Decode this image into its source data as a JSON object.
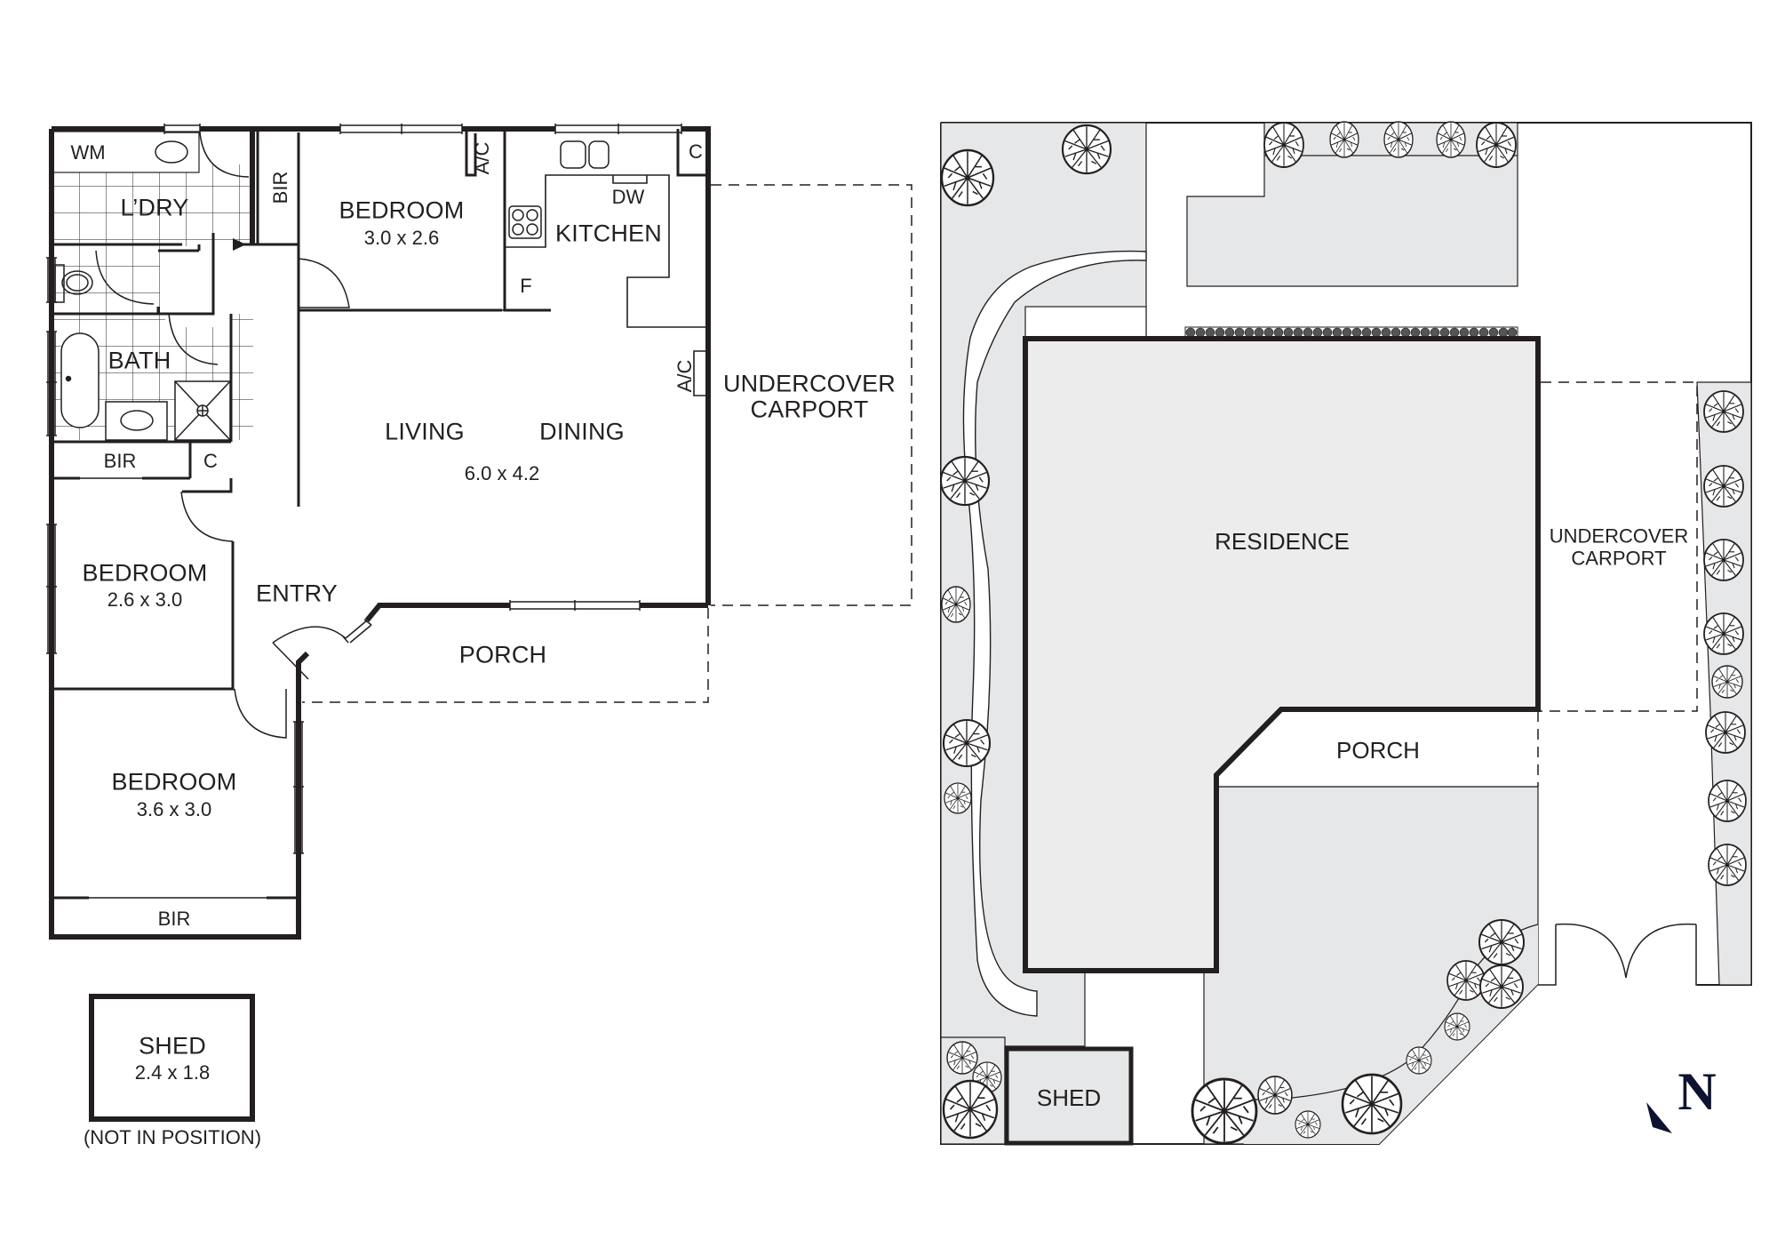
{
  "floor_plan": {
    "rooms": [
      {
        "id": "laundry",
        "label": "L’DRY"
      },
      {
        "id": "wm",
        "label": "WM"
      },
      {
        "id": "bir_top",
        "label": "BIR"
      },
      {
        "id": "bedroom_top",
        "label": "BEDROOM",
        "dims": "3.0 x 2.6"
      },
      {
        "id": "ac_bedroom",
        "label": "A/C"
      },
      {
        "id": "kitchen",
        "label": "KITCHEN"
      },
      {
        "id": "dw",
        "label": "DW"
      },
      {
        "id": "c_kitchen",
        "label": "C"
      },
      {
        "id": "fridge",
        "label": "F"
      },
      {
        "id": "bath",
        "label": "BATH"
      },
      {
        "id": "living",
        "label": "LIVING"
      },
      {
        "id": "dining",
        "label": "DINING",
        "dims": "6.0 x 4.2"
      },
      {
        "id": "ac_dining",
        "label": "A/C"
      },
      {
        "id": "bir_mid",
        "label": "BIR"
      },
      {
        "id": "c_mid",
        "label": "C"
      },
      {
        "id": "bedroom_mid",
        "label": "BEDROOM",
        "dims": "2.6 x 3.0"
      },
      {
        "id": "entry",
        "label": "ENTRY"
      },
      {
        "id": "porch",
        "label": "PORCH"
      },
      {
        "id": "carport",
        "label": "UNDERCOVER",
        "label2": "CARPORT"
      },
      {
        "id": "bedroom_bottom",
        "label": "BEDROOM",
        "dims": "3.6 x 3.0"
      },
      {
        "id": "bir_bottom",
        "label": "BIR"
      }
    ],
    "shed": {
      "label": "SHED",
      "dims": "2.4 x 1.8",
      "note": "(NOT IN POSITION)"
    }
  },
  "site_plan": {
    "labels": {
      "residence": "RESIDENCE",
      "carport_1": "UNDERCOVER",
      "carport_2": "CARPORT",
      "porch": "PORCH",
      "shed": "SHED"
    },
    "north_label": "N"
  },
  "colors": {
    "wall": "#231f20",
    "garden_fill": "#e6e7e8",
    "residence_fill": "#ececed",
    "north_arrow": "#0d1330"
  }
}
